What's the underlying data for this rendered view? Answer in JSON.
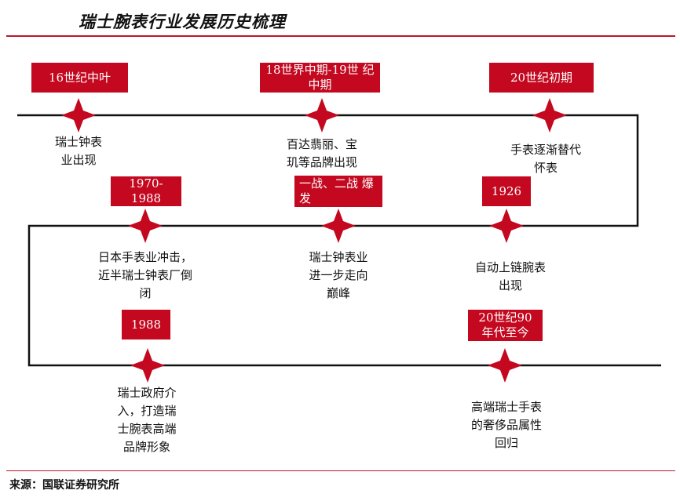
{
  "title": "瑞士腕表行业发展历史梳理",
  "source": "来源：国联证券研究所",
  "colors": {
    "accent": "#c3081f",
    "line": "#111111",
    "rule": "#c0152a"
  },
  "events": [
    {
      "label": "16世纪中叶",
      "desc": "瑞士钟表\n业出现"
    },
    {
      "label": "18世界中期-19世\n纪中期",
      "desc": "百达翡丽、宝\n玑等品牌出现"
    },
    {
      "label": "20世纪初期",
      "desc": "手表逐渐替代\n怀表"
    },
    {
      "label": "1970-1988",
      "desc": "日本手表业冲击，\n近半瑞士钟表厂倒\n闭"
    },
    {
      "label": "一战、二战\n爆发",
      "desc": "瑞士钟表业\n进一步走向\n巅峰"
    },
    {
      "label": "1926",
      "desc": "自动上链腕表\n出现"
    },
    {
      "label": "1988",
      "desc": "瑞士政府介\n入，打造瑞\n士腕表高端\n品牌形象"
    },
    {
      "label": "20世纪90\n年代至今",
      "desc": "高端瑞士手表\n的奢侈品属性\n回归"
    }
  ]
}
